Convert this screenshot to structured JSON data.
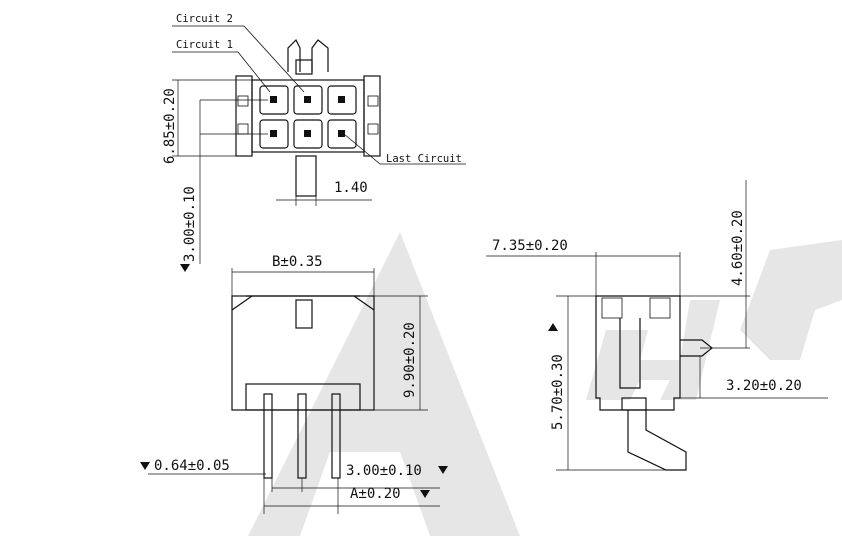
{
  "watermark": {
    "color": "#e6e6e6",
    "shape": "stylized-A-logo"
  },
  "callouts": {
    "circuit2": "Circuit 2",
    "circuit1": "Circuit 1",
    "last_circuit": "Last Circuit"
  },
  "dimensions": {
    "height_top": "6.85±0.20",
    "pitch_14": "1.40",
    "row_300": "3.00±0.10",
    "b_width": "B±0.35",
    "front_height": "9.90±0.20",
    "pin_064": "0.64±0.05",
    "pitch_300": "3.00±0.10",
    "a_width": "A±0.20",
    "side_width": "7.35±0.20",
    "side_460": "4.60±0.20",
    "side_570": "5.70±0.30",
    "side_320": "3.20±0.20"
  }
}
